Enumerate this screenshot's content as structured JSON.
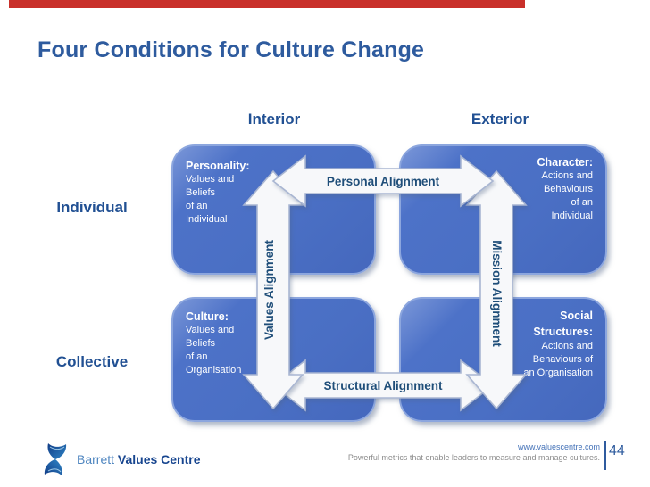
{
  "title": "Four Conditions for Culture Change",
  "colors": {
    "accent_red": "#c9302a",
    "title_blue": "#2e5b9e",
    "header_blue": "#215093",
    "box_blue": "#4a6fc4",
    "arrow_label_blue": "#1f4e79"
  },
  "diagram": {
    "column_headers": [
      "Interior",
      "Exterior"
    ],
    "row_labels": [
      "Individual",
      "Collective"
    ],
    "boxes": [
      {
        "title": "Personality:",
        "lines": [
          "Values and",
          "Beliefs",
          "of an",
          "Individual"
        ]
      },
      {
        "title": "Character:",
        "lines": [
          "Actions and",
          "Behaviours",
          "of an",
          "Individual"
        ]
      },
      {
        "title": "Culture:",
        "lines": [
          "Values and",
          "Beliefs",
          "of an",
          "Organisation"
        ]
      },
      {
        "title": "Social Structures:",
        "lines": [
          "Actions and",
          "Behaviours of",
          "an Organisation"
        ]
      }
    ],
    "arrows": {
      "top": "Personal Alignment",
      "bottom": "Structural Alignment",
      "left": "Values Alignment",
      "right": "Mission Alignment"
    }
  },
  "footer": {
    "brand_word1": "Barrett",
    "brand_word2": "Values Centre",
    "website": "www.valuescentre.com",
    "tagline": "Powerful metrics that enable leaders to measure and manage cultures.",
    "page_number": "44"
  }
}
